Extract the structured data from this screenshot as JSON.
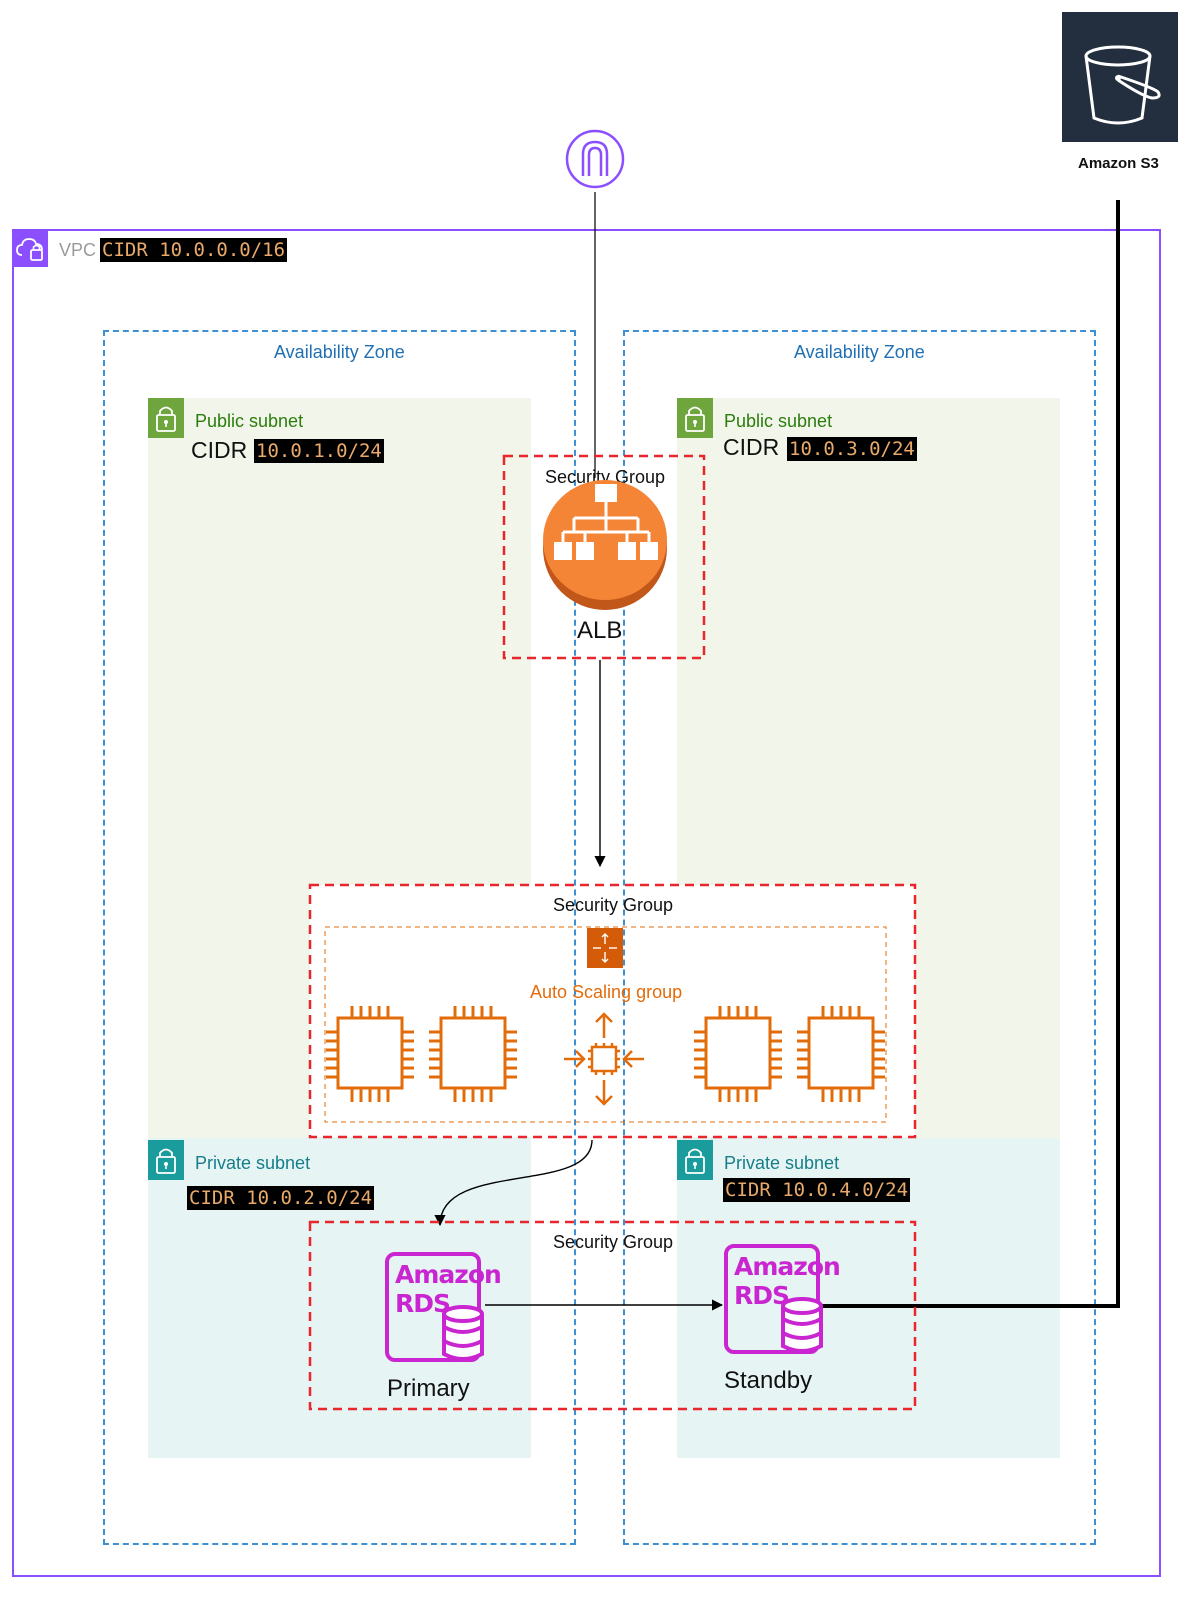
{
  "s3": {
    "label": "Amazon S3",
    "icon": "bucket-icon",
    "bg": "#232f3e"
  },
  "igw": {
    "icon": "internet-gateway-icon",
    "color": "#8c4fff"
  },
  "vpc": {
    "label": "VPC",
    "cidr": "CIDR 10.0.0.0/16",
    "color": "#8c4fff"
  },
  "zones": [
    {
      "title": "Availability Zone"
    },
    {
      "title": "Availability Zone"
    }
  ],
  "public_subnets": [
    {
      "title": "Public subnet",
      "cidr_word": "CIDR",
      "cidr": "10.0.1.0/24"
    },
    {
      "title": "Public subnet",
      "cidr_word": "CIDR",
      "cidr": "10.0.3.0/24"
    }
  ],
  "private_subnets": [
    {
      "title": "Private subnet",
      "cidr": "CIDR 10.0.2.0/24"
    },
    {
      "title": "Private subnet",
      "cidr": "CIDR 10.0.4.0/24"
    }
  ],
  "alb": {
    "label": "ALB",
    "security_group": "Security Group",
    "color": "#f58536"
  },
  "asg": {
    "label": "Auto Scaling group",
    "security_group": "Security Group",
    "color": "#e36c0a"
  },
  "rds": {
    "security_group": "Security Group",
    "brand_line1": "Amazon",
    "brand_line2": "RDS",
    "primary": "Primary",
    "standby": "Standby",
    "color": "#c925d1"
  },
  "colors": {
    "public_bg": "#f2f5e9",
    "private_bg": "#e6f4f4",
    "security_group": "#e8262b",
    "az_border": "#3f8fd3"
  }
}
